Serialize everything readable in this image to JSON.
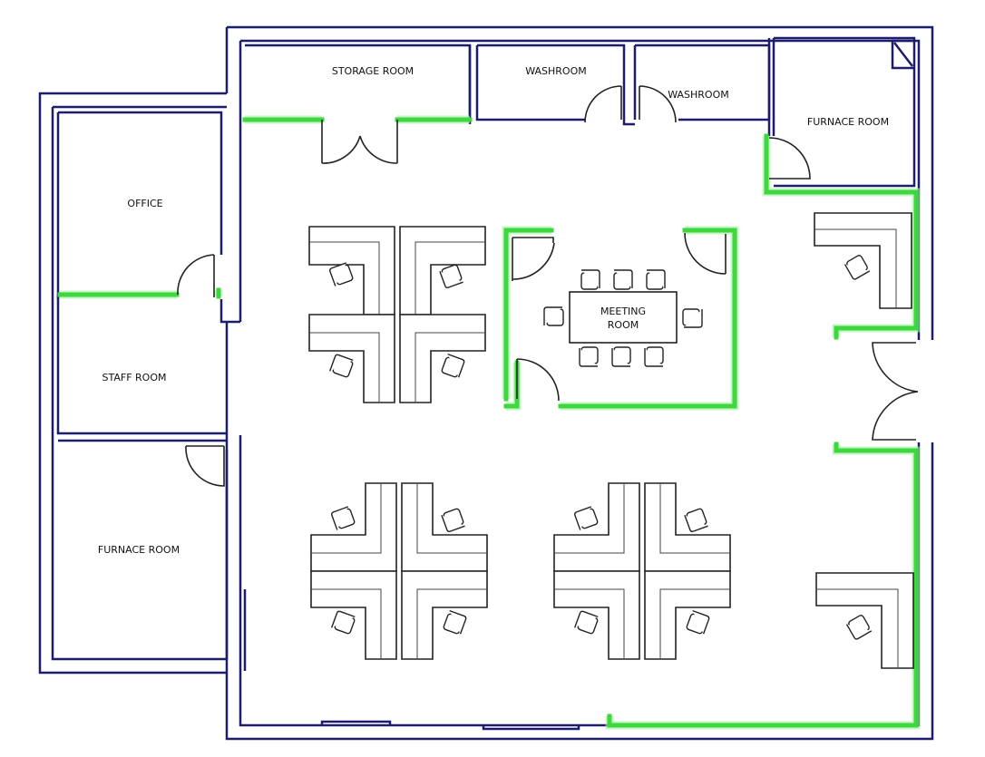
{
  "rooms": {
    "storage_room": "STORAGE ROOM",
    "washroom_1": "WASHROOM",
    "washroom_2": "WASHROOM",
    "furnace_room_right": "FURNACE ROOM",
    "office": "OFFICE",
    "staff_room": "STAFF ROOM",
    "furnace_room_left": "FURNACE ROOM",
    "meeting_room_line1": "MEETING",
    "meeting_room_line2": "ROOM"
  },
  "colors": {
    "wall": "#1d1d6b",
    "highlight": "#3fd63f"
  }
}
